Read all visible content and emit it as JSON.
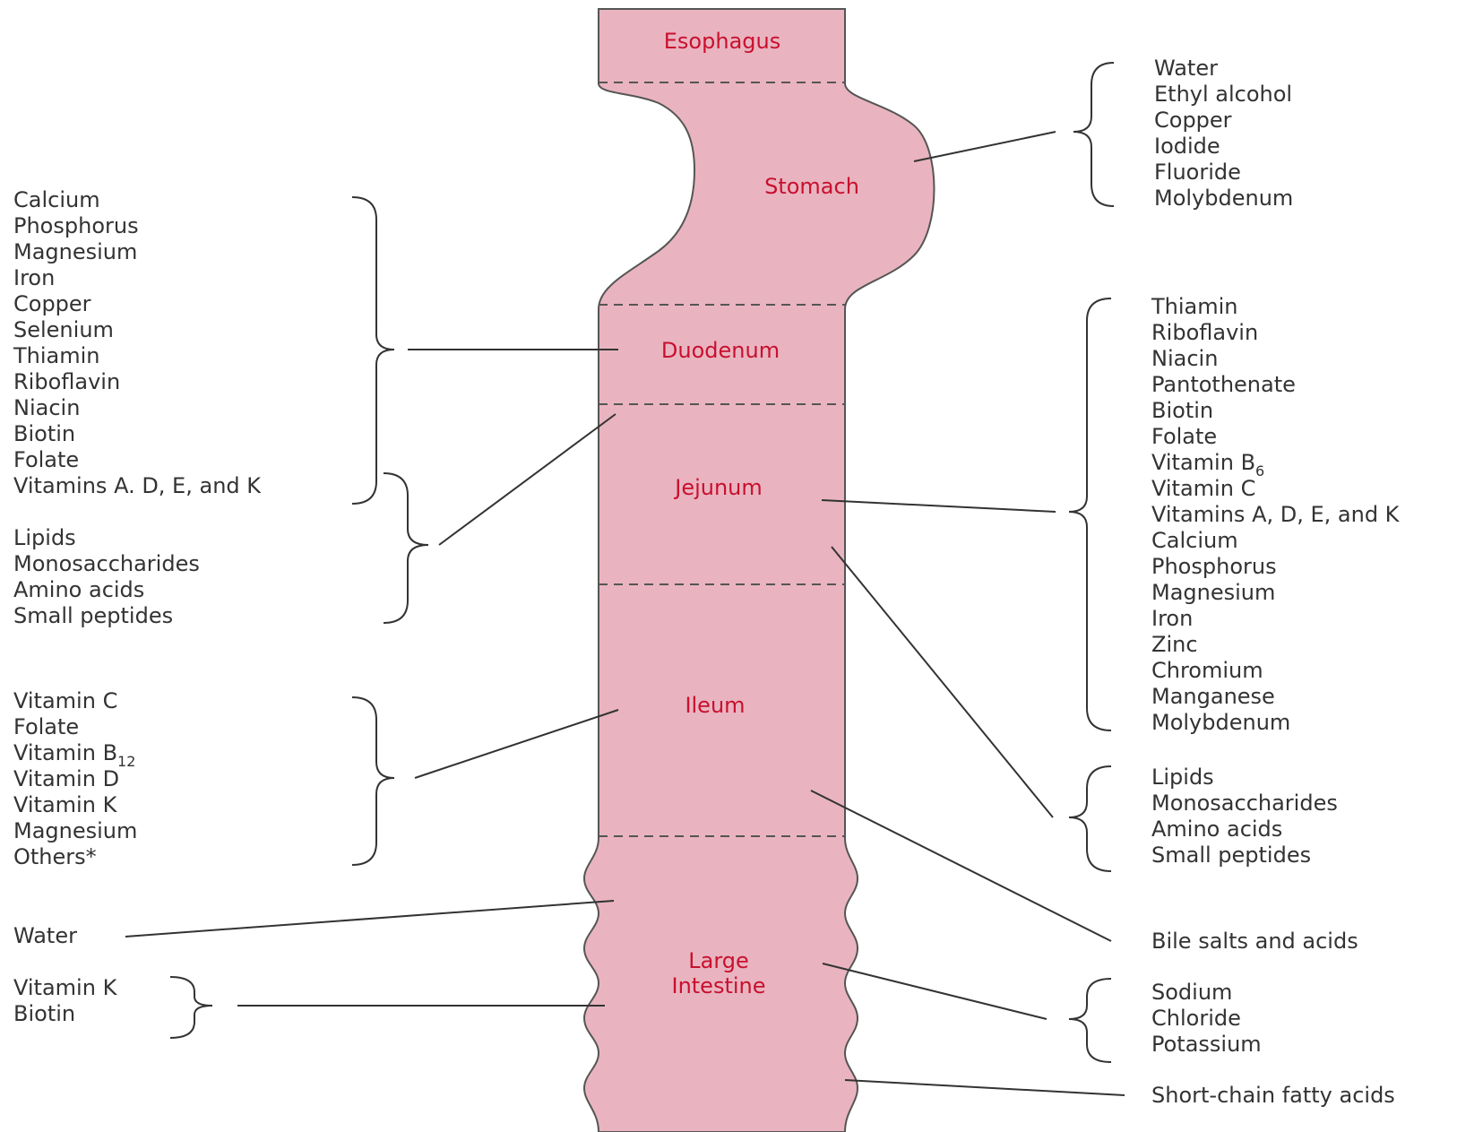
{
  "colors": {
    "tract_fill": "#e9b4c0",
    "segment_label": "#c8102e",
    "text": "#333333"
  },
  "segments": {
    "esophagus": "Esophagus",
    "stomach": "Stomach",
    "duodenum": "Duodenum",
    "jejunum": "Jejunum",
    "ileum": "Ileum",
    "large_intestine_1": "Large",
    "large_intestine_2": "Intestine"
  },
  "stomach_list": [
    "Water",
    "Ethyl alcohol",
    "Copper",
    "Iodide",
    "Fluoride",
    "Molybdenum"
  ],
  "duodenum_list": [
    "Calcium",
    "Phosphorus",
    "Magnesium",
    "Iron",
    "Copper",
    "Selenium",
    "Thiamin",
    "Riboflavin",
    "Niacin",
    "Biotin",
    "Folate",
    "Vitamins A. D, E, and K"
  ],
  "upper_macronutrients": [
    "Lipids",
    "Monosaccharides",
    "Amino acids",
    "Small peptides"
  ],
  "ileum_list": {
    "vitamin_c": "Vitamin C",
    "folate": "Folate",
    "vitamin_b12": "Vitamin B",
    "vitamin_b12_sub": "12",
    "vitamin_d": "Vitamin D",
    "vitamin_k": "Vitamin K",
    "magnesium": "Magnesium",
    "others": "Others*"
  },
  "large_water": "Water",
  "large_vitamins": [
    "Vitamin K",
    "Biotin"
  ],
  "jejunum_list": {
    "thiamin": "Thiamin",
    "riboflavin": "Riboflavin",
    "niacin": "Niacin",
    "pantothenate": "Pantothenate",
    "biotin": "Biotin",
    "folate": "Folate",
    "vitamin_b6": "Vitamin B",
    "vitamin_b6_sub": "6",
    "vitamin_c": "Vitamin C",
    "vitamins_adek": "Vitamins A, D, E, and K",
    "calcium": "Calcium",
    "phosphorus": "Phosphorus",
    "magnesium": "Magnesium",
    "iron": "Iron",
    "zinc": "Zinc",
    "chromium": "Chromium",
    "manganese": "Manganese",
    "molybdenum": "Molybdenum"
  },
  "lower_macronutrients": [
    "Lipids",
    "Monosaccharides",
    "Amino acids",
    "Small peptides"
  ],
  "bile": "Bile salts and acids",
  "electrolytes": [
    "Sodium",
    "Chloride",
    "Potassium"
  ],
  "scfa": "Short-chain fatty acids"
}
